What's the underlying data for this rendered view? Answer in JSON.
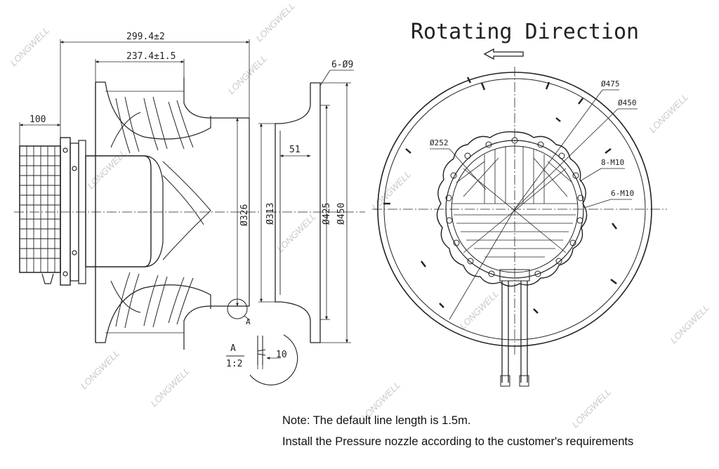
{
  "watermark": "LONGWELL",
  "side_view": {
    "dim_overall": "299.4±2",
    "dim_impeller": "237.4±1.5",
    "dim_motor": "100",
    "dia_outlet": "Ø326"
  },
  "ring_view": {
    "holes": "6-Ø9",
    "depth": "51",
    "dia_313": "Ø313",
    "dia_425": "Ø425",
    "dia_450": "Ø450"
  },
  "detail": {
    "marker": "A",
    "label": "A",
    "scale": "1:2",
    "dim": "10"
  },
  "front_view": {
    "title": "Rotating Direction",
    "dia_475": "Ø475",
    "dia_450": "Ø450",
    "dia_252": "Ø252",
    "bolts_8": "8-M10",
    "bolts_6": "6-M10"
  },
  "notes": {
    "line1": "Note: The default line length is 1.5m.",
    "line2": "Install the Pressure nozzle according to the customer's requirements"
  }
}
